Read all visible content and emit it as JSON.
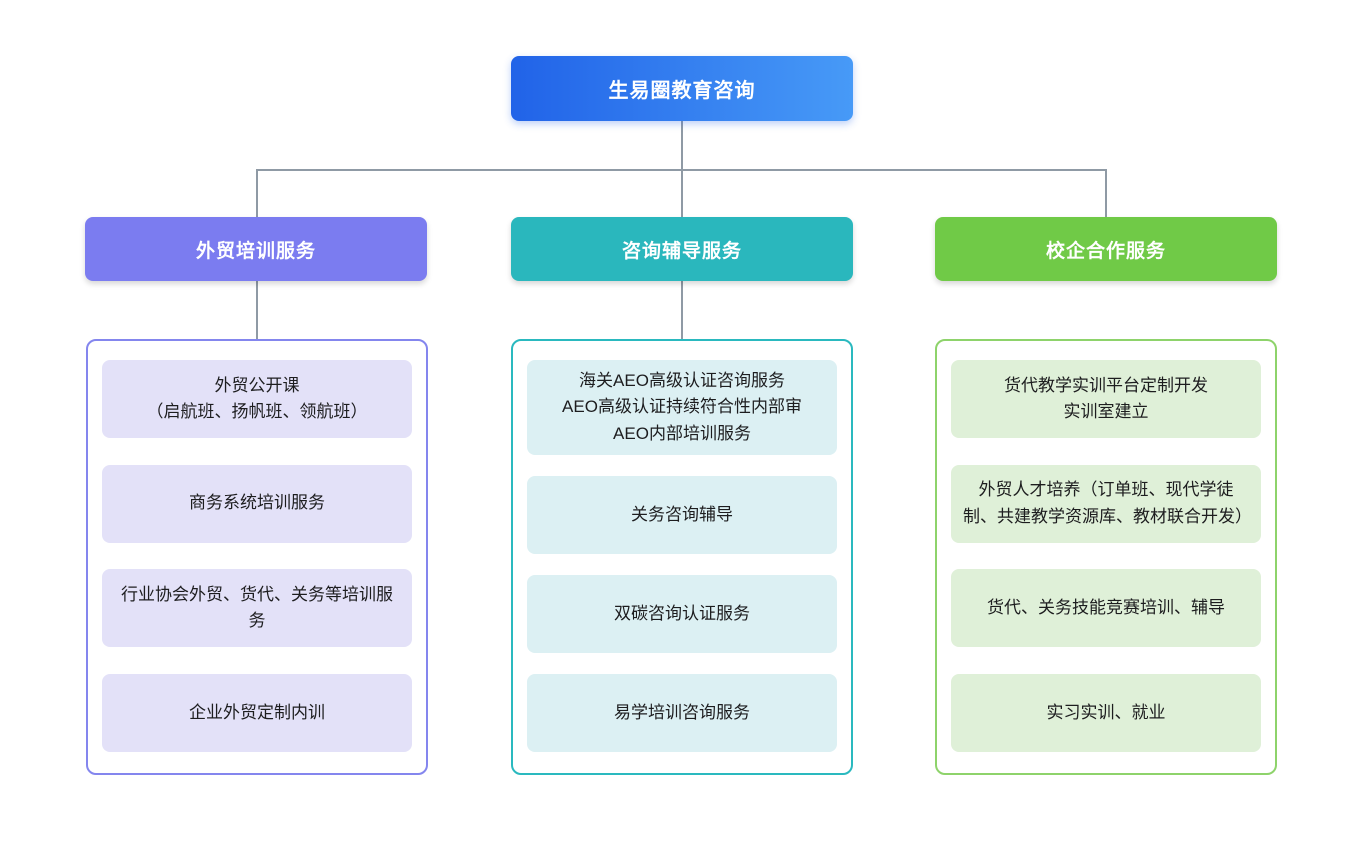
{
  "root": {
    "label": "生易圈教育咨询",
    "gradient_from": "#2163e8",
    "gradient_to": "#479af7"
  },
  "connector_color": "#8f9aa5",
  "branches": [
    {
      "label": "外贸培训服务",
      "header_color": "#7b7cf0",
      "border_color": "#8486ee",
      "item_bg": "#e3e1f8",
      "items": [
        "外贸公开课\n（启航班、扬帆班、领航班）",
        "商务系统培训服务",
        "行业协会外贸、货代、关务等培训服务",
        "企业外贸定制内训"
      ]
    },
    {
      "label": "咨询辅导服务",
      "header_color": "#2ab7bd",
      "border_color": "#2ab9bf",
      "item_bg": "#dcf0f3",
      "items": [
        "海关AEO高级认证咨询服务\nAEO高级认证持续符合性内部审\nAEO内部培训服务",
        "关务咨询辅导",
        "双碳咨询认证服务",
        "易学培训咨询服务"
      ]
    },
    {
      "label": "校企合作服务",
      "header_color": "#70ca47",
      "border_color": "#8ed36b",
      "item_bg": "#dff0d8",
      "items": [
        "货代教学实训平台定制开发\n实训室建立",
        "外贸人才培养（订单班、现代学徒制、共建教学资源库、教材联合开发）",
        "货代、关务技能竞赛培训、辅导",
        "实习实训、就业"
      ]
    }
  ]
}
